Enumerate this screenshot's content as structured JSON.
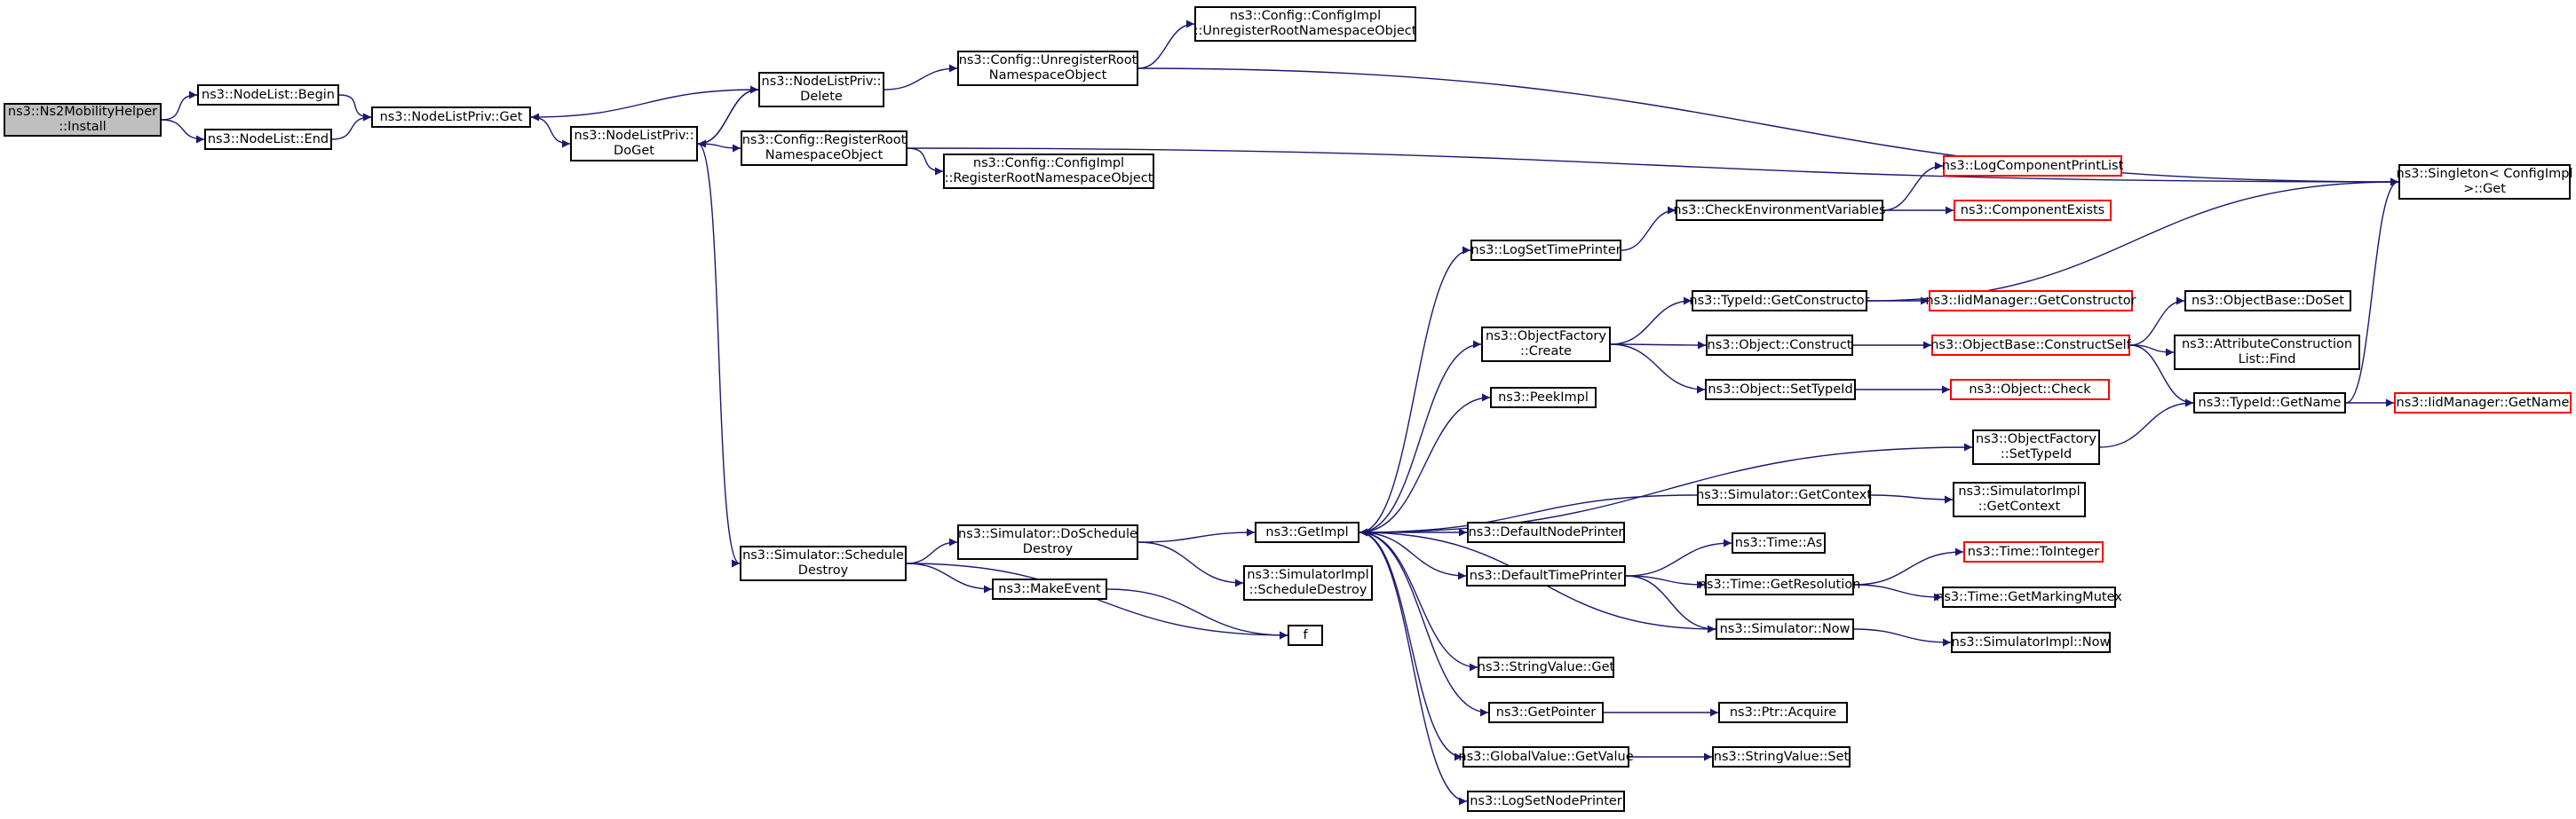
{
  "diagram": {
    "type": "call-graph",
    "colors": {
      "edge": "#191970",
      "border": "#000000",
      "truncated_border": "#ff0000",
      "root_fill": "#bfbfbf"
    },
    "nodes": [
      {
        "id": "ns2mobility_install",
        "label": [
          "ns3::Ns2MobilityHelper",
          "::Install"
        ],
        "kind": "root"
      },
      {
        "id": "nodelist_begin",
        "label": [
          "ns3::NodeList::Begin"
        ]
      },
      {
        "id": "nodelist_end",
        "label": [
          "ns3::NodeList::End"
        ]
      },
      {
        "id": "nodelistpriv_get",
        "label": [
          "ns3::NodeListPriv::Get"
        ]
      },
      {
        "id": "nodelistpriv_doget",
        "label": [
          "ns3::NodeListPriv::",
          "DoGet"
        ]
      },
      {
        "id": "nodelistpriv_delete",
        "label": [
          "ns3::NodeListPriv::",
          "Delete"
        ]
      },
      {
        "id": "config_unregister_root",
        "label": [
          "ns3::Config::UnregisterRoot",
          "NamespaceObject"
        ]
      },
      {
        "id": "configimpl_unregister_root",
        "label": [
          "ns3::Config::ConfigImpl",
          "::UnregisterRootNamespaceObject"
        ]
      },
      {
        "id": "config_register_root",
        "label": [
          "ns3::Config::RegisterRoot",
          "NamespaceObject"
        ]
      },
      {
        "id": "configimpl_register_root",
        "label": [
          "ns3::Config::ConfigImpl",
          "::RegisterRootNamespaceObject"
        ]
      },
      {
        "id": "singleton_get",
        "label": [
          "ns3::Singleton< ConfigImpl",
          " >::Get"
        ]
      },
      {
        "id": "simulator_schedule_destroy",
        "label": [
          "ns3::Simulator::Schedule",
          "Destroy"
        ]
      },
      {
        "id": "simulator_doschedule_destroy",
        "label": [
          "ns3::Simulator::DoSchedule",
          "Destroy"
        ]
      },
      {
        "id": "make_event",
        "label": [
          "ns3::MakeEvent"
        ]
      },
      {
        "id": "f",
        "label": [
          "f"
        ]
      },
      {
        "id": "simulatorimpl_schedule_destroy",
        "label": [
          "ns3::SimulatorImpl",
          "::ScheduleDestroy"
        ]
      },
      {
        "id": "get_impl",
        "label": [
          "ns3::GetImpl"
        ]
      },
      {
        "id": "log_set_time_printer",
        "label": [
          "ns3::LogSetTimePrinter"
        ]
      },
      {
        "id": "check_env_vars",
        "label": [
          "ns3::CheckEnvironmentVariables"
        ]
      },
      {
        "id": "log_component_print_list",
        "label": [
          "ns3::LogComponentPrintList"
        ],
        "kind": "truncated"
      },
      {
        "id": "component_exists",
        "label": [
          "ns3::ComponentExists"
        ],
        "kind": "truncated"
      },
      {
        "id": "object_factory_create",
        "label": [
          "ns3::ObjectFactory",
          "::Create"
        ]
      },
      {
        "id": "typeid_get_constructor",
        "label": [
          "ns3::TypeId::GetConstructor"
        ]
      },
      {
        "id": "iidmanager_get_constructor",
        "label": [
          "ns3::IidManager::GetConstructor"
        ],
        "kind": "truncated"
      },
      {
        "id": "object_construct",
        "label": [
          "ns3::Object::Construct"
        ]
      },
      {
        "id": "objectbase_construct_self",
        "label": [
          "ns3::ObjectBase::ConstructSelf"
        ],
        "kind": "truncated"
      },
      {
        "id": "objectbase_doset",
        "label": [
          "ns3::ObjectBase::DoSet"
        ]
      },
      {
        "id": "attribute_construction_list_find",
        "label": [
          "ns3::AttributeConstruction",
          "List::Find"
        ]
      },
      {
        "id": "object_set_typeid",
        "label": [
          "ns3::Object::SetTypeId"
        ]
      },
      {
        "id": "object_check",
        "label": [
          "ns3::Object::Check"
        ],
        "kind": "truncated"
      },
      {
        "id": "typeid_get_name",
        "label": [
          "ns3::TypeId::GetName"
        ]
      },
      {
        "id": "iidmanager_get_name",
        "label": [
          "ns3::IidManager::GetName"
        ],
        "kind": "truncated"
      },
      {
        "id": "peek_impl",
        "label": [
          "ns3::PeekImpl"
        ]
      },
      {
        "id": "object_factory_set_typeid",
        "label": [
          "ns3::ObjectFactory",
          "::SetTypeId"
        ]
      },
      {
        "id": "simulator_get_context",
        "label": [
          "ns3::Simulator::GetContext"
        ]
      },
      {
        "id": "simulatorimpl_get_context",
        "label": [
          "ns3::SimulatorImpl",
          "::GetContext"
        ]
      },
      {
        "id": "default_node_printer",
        "label": [
          "ns3::DefaultNodePrinter"
        ]
      },
      {
        "id": "default_time_printer",
        "label": [
          "ns3::DefaultTimePrinter"
        ]
      },
      {
        "id": "time_as",
        "label": [
          "ns3::Time::As"
        ]
      },
      {
        "id": "time_to_integer",
        "label": [
          "ns3::Time::ToInteger"
        ],
        "kind": "truncated"
      },
      {
        "id": "time_get_resolution",
        "label": [
          "ns3::Time::GetResolution"
        ]
      },
      {
        "id": "time_get_marking_mutex",
        "label": [
          "ns3::Time::GetMarkingMutex"
        ]
      },
      {
        "id": "simulator_now",
        "label": [
          "ns3::Simulator::Now"
        ]
      },
      {
        "id": "simulatorimpl_now",
        "label": [
          "ns3::SimulatorImpl::Now"
        ]
      },
      {
        "id": "string_value_get",
        "label": [
          "ns3::StringValue::Get"
        ]
      },
      {
        "id": "get_pointer",
        "label": [
          "ns3::GetPointer"
        ]
      },
      {
        "id": "ptr_acquire",
        "label": [
          "ns3::Ptr::Acquire"
        ]
      },
      {
        "id": "global_value_get_value",
        "label": [
          "ns3::GlobalValue::GetValue"
        ]
      },
      {
        "id": "string_value_set",
        "label": [
          "ns3::StringValue::Set"
        ]
      },
      {
        "id": "log_set_node_printer",
        "label": [
          "ns3::LogSetNodePrinter"
        ]
      }
    ],
    "edges": [
      [
        "ns2mobility_install",
        "nodelist_begin"
      ],
      [
        "ns2mobility_install",
        "nodelist_end"
      ],
      [
        "nodelist_begin",
        "nodelistpriv_get"
      ],
      [
        "nodelist_end",
        "nodelistpriv_get"
      ],
      [
        "nodelistpriv_get",
        "nodelistpriv_doget"
      ],
      [
        "nodelistpriv_doget",
        "nodelistpriv_delete"
      ],
      [
        "nodelistpriv_doget",
        "config_register_root"
      ],
      [
        "nodelistpriv_doget",
        "simulator_schedule_destroy"
      ],
      [
        "nodelistpriv_delete",
        "nodelistpriv_get"
      ],
      [
        "nodelistpriv_delete",
        "nodelistpriv_doget"
      ],
      [
        "nodelistpriv_delete",
        "config_unregister_root"
      ],
      [
        "config_unregister_root",
        "configimpl_unregister_root"
      ],
      [
        "config_unregister_root",
        "singleton_get"
      ],
      [
        "config_register_root",
        "configimpl_register_root"
      ],
      [
        "config_register_root",
        "singleton_get"
      ],
      [
        "simulator_schedule_destroy",
        "simulator_doschedule_destroy"
      ],
      [
        "simulator_schedule_destroy",
        "make_event"
      ],
      [
        "simulator_schedule_destroy",
        "f"
      ],
      [
        "make_event",
        "f"
      ],
      [
        "simulator_doschedule_destroy",
        "get_impl"
      ],
      [
        "simulator_doschedule_destroy",
        "simulatorimpl_schedule_destroy"
      ],
      [
        "get_impl",
        "log_set_time_printer"
      ],
      [
        "get_impl",
        "object_factory_create"
      ],
      [
        "get_impl",
        "peek_impl"
      ],
      [
        "get_impl",
        "object_factory_set_typeid"
      ],
      [
        "get_impl",
        "default_node_printer"
      ],
      [
        "get_impl",
        "default_time_printer"
      ],
      [
        "get_impl",
        "string_value_get"
      ],
      [
        "get_impl",
        "get_pointer"
      ],
      [
        "get_impl",
        "global_value_get_value"
      ],
      [
        "get_impl",
        "log_set_node_printer"
      ],
      [
        "simulator_get_context",
        "get_impl"
      ],
      [
        "simulator_now",
        "get_impl"
      ],
      [
        "log_set_time_printer",
        "check_env_vars"
      ],
      [
        "check_env_vars",
        "log_component_print_list"
      ],
      [
        "check_env_vars",
        "component_exists"
      ],
      [
        "object_factory_create",
        "typeid_get_constructor"
      ],
      [
        "object_factory_create",
        "object_construct"
      ],
      [
        "object_factory_create",
        "object_set_typeid"
      ],
      [
        "typeid_get_constructor",
        "iidmanager_get_constructor"
      ],
      [
        "typeid_get_constructor",
        "singleton_get"
      ],
      [
        "object_construct",
        "objectbase_construct_self"
      ],
      [
        "objectbase_construct_self",
        "objectbase_doset"
      ],
      [
        "objectbase_construct_self",
        "attribute_construction_list_find"
      ],
      [
        "objectbase_construct_self",
        "typeid_get_name"
      ],
      [
        "object_set_typeid",
        "object_check"
      ],
      [
        "object_factory_set_typeid",
        "typeid_get_name"
      ],
      [
        "typeid_get_name",
        "iidmanager_get_name"
      ],
      [
        "typeid_get_name",
        "singleton_get"
      ],
      [
        "simulator_get_context",
        "simulatorimpl_get_context"
      ],
      [
        "default_time_printer",
        "time_as"
      ],
      [
        "default_time_printer",
        "time_get_resolution"
      ],
      [
        "default_time_printer",
        "simulator_now"
      ],
      [
        "time_get_resolution",
        "time_to_integer"
      ],
      [
        "time_get_resolution",
        "time_get_marking_mutex"
      ],
      [
        "simulator_now",
        "simulatorimpl_now"
      ],
      [
        "get_pointer",
        "ptr_acquire"
      ],
      [
        "global_value_get_value",
        "string_value_set"
      ]
    ]
  }
}
